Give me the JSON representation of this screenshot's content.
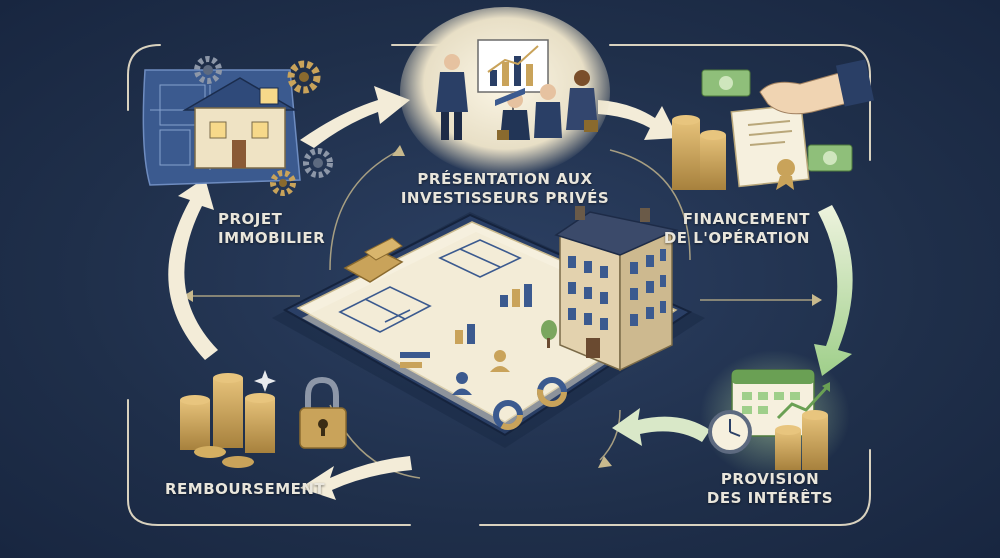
{
  "steps": {
    "projet": {
      "line1": "PROJET",
      "line2": "IMMOBILIER"
    },
    "presentation": {
      "line1": "PRÉSENTATION AUX",
      "line2": "INVESTISSEURS PRIVÉS"
    },
    "financement": {
      "line1": "FINANCEMENT",
      "line2": "DE L'OPÉRATION"
    },
    "provision": {
      "line1": "PROVISION",
      "line2": "DES INTÉRÊTS"
    },
    "remboursement": {
      "line1": "REMBOURSEMENT"
    }
  },
  "colors": {
    "background": "#1f2f4a",
    "cream": "#f3ecd8",
    "gold": "#c9a35a",
    "green_accent": "#8fbf7a",
    "navy": "#2a3f66"
  }
}
